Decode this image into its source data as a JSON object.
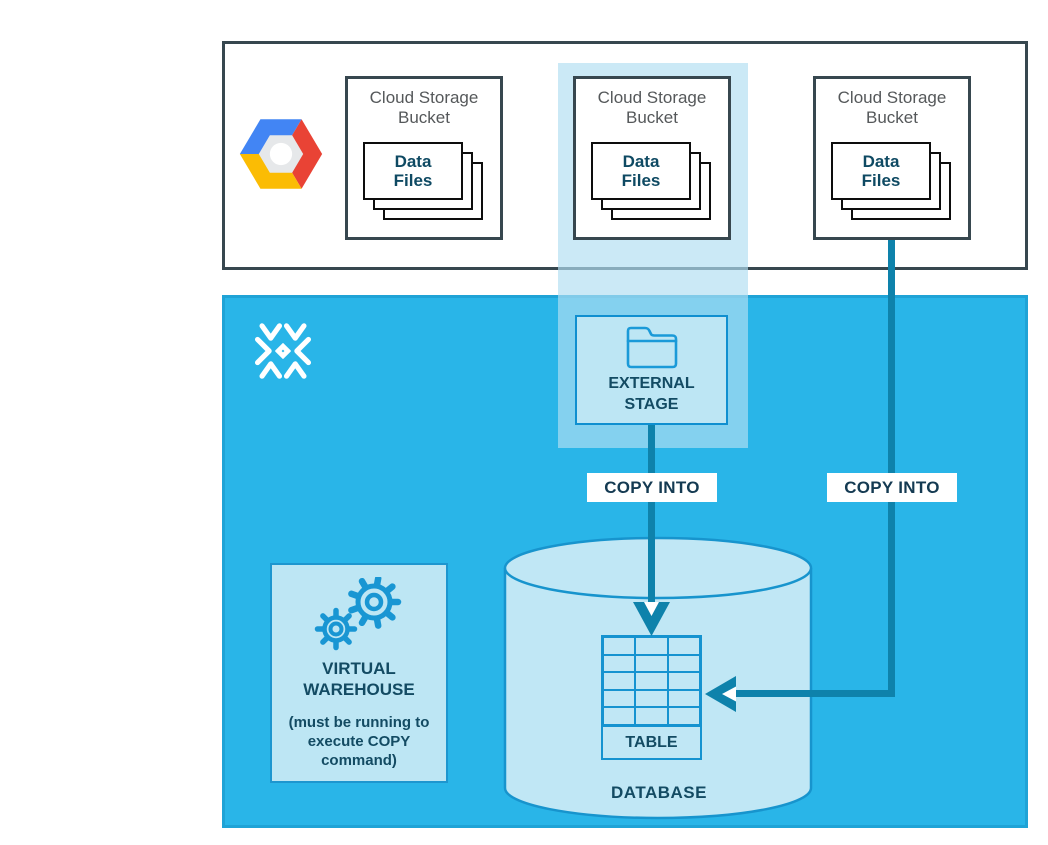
{
  "diagram": {
    "gcp": {
      "buckets": [
        {
          "title": "Cloud Storage\nBucket",
          "files": "Data\nFiles"
        },
        {
          "title": "Cloud Storage\nBucket",
          "files": "Data\nFiles"
        },
        {
          "title": "Cloud Storage\nBucket",
          "files": "Data\nFiles"
        }
      ]
    },
    "snowflake": {
      "external_stage_label": "EXTERNAL\nSTAGE",
      "copy_into": [
        "COPY INTO",
        "COPY INTO"
      ],
      "virtual_warehouse": {
        "title": "VIRTUAL\nWAREHOUSE",
        "note": "(must be running to\nexecute COPY\ncommand)"
      },
      "table_label": "TABLE",
      "database_label": "DATABASE"
    },
    "icons": {
      "gcp_logo": "google-cloud-platform-hexagon",
      "snowflake_logo": "snowflake",
      "external_stage": "folder",
      "virtual_warehouse": "gears",
      "data_files": "stacked-documents"
    },
    "colors": {
      "snowflake_blue": "#29b5e8",
      "highlight_column": "#cbe9f6",
      "panel_fill": "#bde6f4",
      "panel_border": "#1593d0",
      "arrow_line": "#0e82ab",
      "dark_text": "#134b63",
      "gray_text": "#55585a",
      "box_border": "#37474f",
      "gcp_blue": "#4285f4",
      "gcp_red": "#e94335",
      "gcp_yellow": "#fbbc04"
    }
  }
}
